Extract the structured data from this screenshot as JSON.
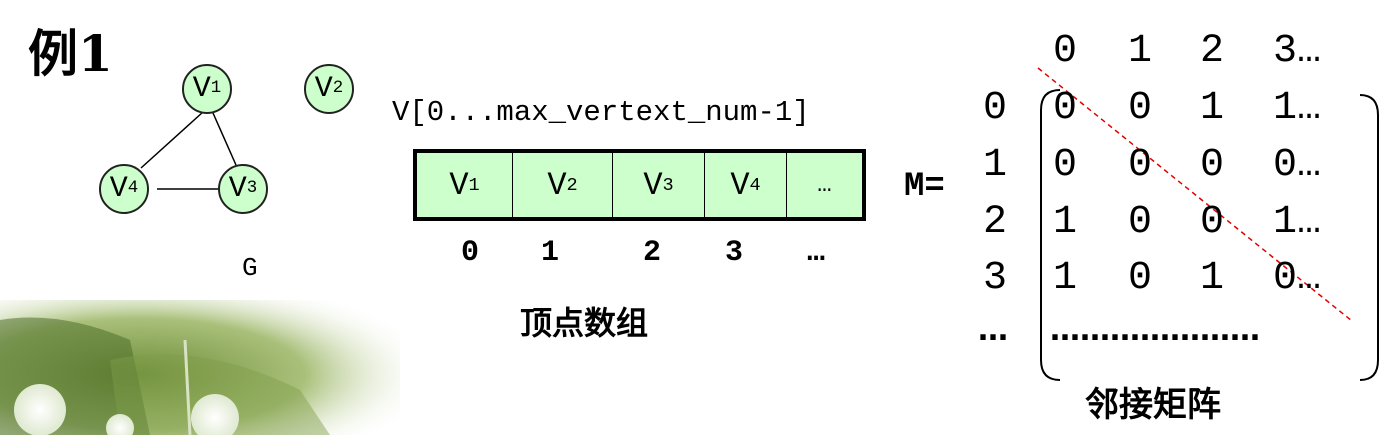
{
  "example_title": "例1",
  "graph": {
    "label": "G",
    "vertices": [
      {
        "id": "v1",
        "name": "V",
        "sub": "1"
      },
      {
        "id": "v2",
        "name": "V",
        "sub": "2"
      },
      {
        "id": "v3",
        "name": "V",
        "sub": "3"
      },
      {
        "id": "v4",
        "name": "V",
        "sub": "4"
      }
    ],
    "edges": [
      [
        "v1",
        "v3"
      ],
      [
        "v1",
        "v4"
      ],
      [
        "v3",
        "v4"
      ]
    ]
  },
  "vertex_array": {
    "title": "V[0...max_vertext_num-1]",
    "cells": [
      {
        "name": "V",
        "sub": "1"
      },
      {
        "name": "V",
        "sub": "2"
      },
      {
        "name": "V",
        "sub": "3"
      },
      {
        "name": "V",
        "sub": "4"
      },
      {
        "name": "…",
        "sub": ""
      }
    ],
    "indices": [
      "0",
      "1",
      "2",
      "3",
      "…"
    ],
    "caption": "顶点数组"
  },
  "matrix": {
    "label": "M=",
    "col_headers": [
      "0",
      "1",
      "2",
      "3…"
    ],
    "row_headers": [
      "0",
      "1",
      "2",
      "3",
      "…"
    ],
    "rows": [
      [
        "0",
        "0",
        "1",
        "1…"
      ],
      [
        "0",
        "0",
        "0",
        "0…"
      ],
      [
        "1",
        "0",
        "0",
        "1…"
      ],
      [
        "1",
        "0",
        "1",
        "0…"
      ]
    ],
    "last_row": "…………………",
    "diagonal_color": "#e00000",
    "caption": "邻接矩阵"
  },
  "colors": {
    "vertex_fill": "#ccffcc",
    "array_fill": "#ccffcc"
  }
}
